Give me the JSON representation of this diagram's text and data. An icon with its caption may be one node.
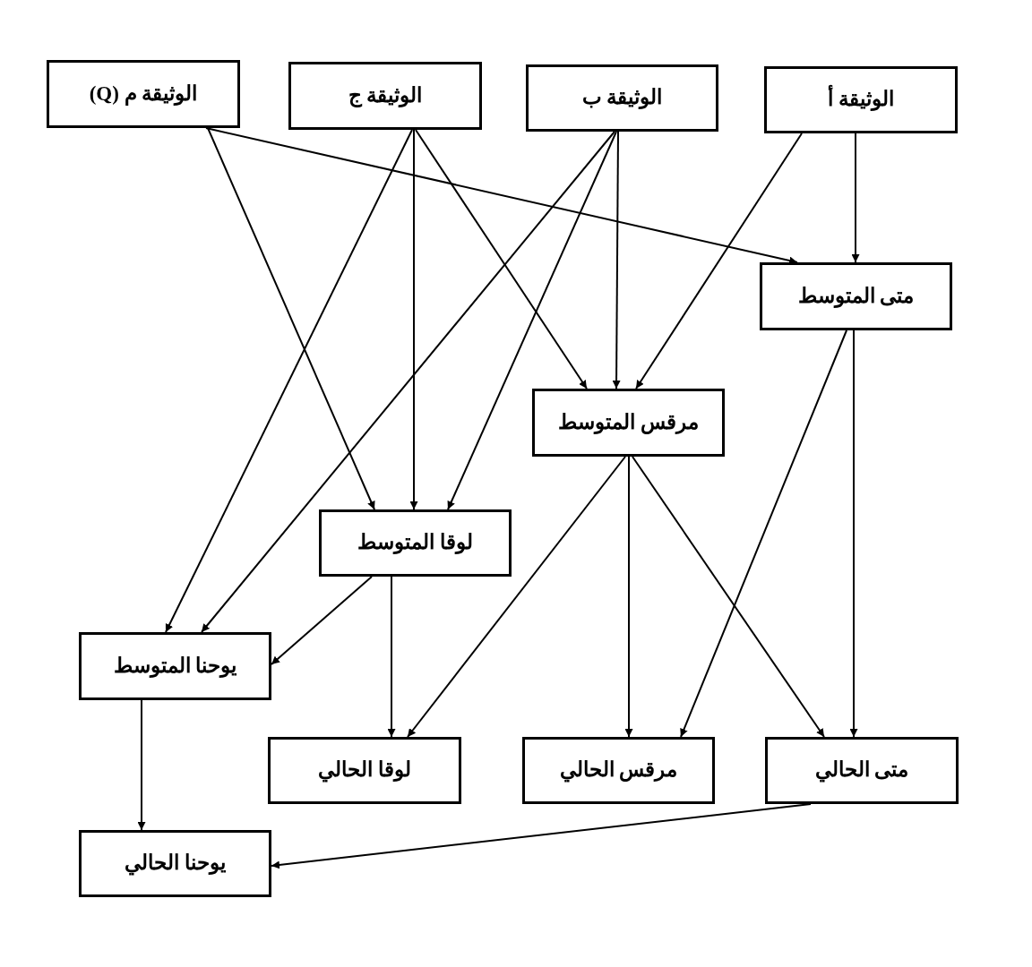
{
  "diagram": {
    "nodes": [
      {
        "text": [
          "الوثيقة م (Q)"
        ]
      },
      {
        "text": [
          "الوثيقة ج"
        ]
      },
      {
        "text": [
          "الوثيقة ب"
        ]
      },
      {
        "text": [
          "الوثيقة أ"
        ]
      },
      {
        "text": [
          "متى المتوسط"
        ]
      },
      {
        "text": [
          "مرقس المتوسط"
        ]
      },
      {
        "text": [
          "لوقا المتوسط"
        ]
      },
      {
        "text": [
          "يوحنا المتوسط"
        ]
      },
      {
        "text": [
          "لوقا الحالي"
        ]
      },
      {
        "text": [
          "مرقس الحالي"
        ]
      },
      {
        "text": [
          "متى الحالي"
        ]
      },
      {
        "text": [
          "يوحنا الحالي"
        ]
      }
    ],
    "edges": [
      {
        "from": 0,
        "to": 4,
        "arrow": "to"
      },
      {
        "from": 0,
        "to": 6,
        "arrow": "to"
      },
      {
        "from": 1,
        "to": 7,
        "arrow": "to"
      },
      {
        "from": 1,
        "to": 6,
        "arrow": "to"
      },
      {
        "from": 1,
        "to": 5,
        "arrow": "to"
      },
      {
        "from": 2,
        "to": 7,
        "arrow": "to"
      },
      {
        "from": 2,
        "to": 6,
        "arrow": "to"
      },
      {
        "from": 2,
        "to": 5,
        "arrow": "to"
      },
      {
        "from": 3,
        "to": 5,
        "arrow": "to"
      },
      {
        "from": 3,
        "to": 4,
        "arrow": "to"
      },
      {
        "from": 4,
        "to": 9,
        "arrow": "to"
      },
      {
        "from": 4,
        "to": 10,
        "arrow": "to"
      },
      {
        "from": 5,
        "to": 8,
        "arrow": "to"
      },
      {
        "from": 5,
        "to": 9,
        "arrow": "to"
      },
      {
        "from": 5,
        "to": 10,
        "arrow": "to"
      },
      {
        "from": 6,
        "to": 7,
        "arrow": "to"
      },
      {
        "from": 6,
        "to": 8,
        "arrow": "to"
      },
      {
        "from": 7,
        "to": 11,
        "arrow": "to"
      },
      {
        "from": 10,
        "to": 11,
        "arrow": "to"
      }
    ]
  }
}
